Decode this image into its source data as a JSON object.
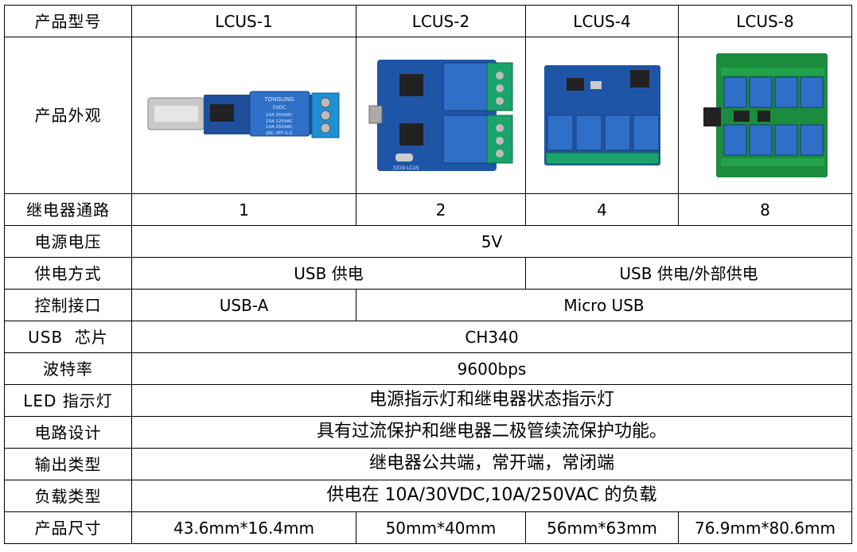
{
  "table": {
    "header": {
      "label": "产品型号",
      "models": [
        "LCUS-1",
        "LCUS-2",
        "LCUS-4",
        "LCUS-8"
      ]
    },
    "appearance_label": "产品外观",
    "photo_text": {
      "lcus1": {
        "brand": "TONGLING",
        "spec1": "5VDC",
        "spec2": "10A 250VAC",
        "spec3": "15A 125VAC",
        "spec4": "10A 250VAC",
        "part": "JQC-3FF-S-Z"
      },
      "lcus2": {
        "board": "3319-LCUS"
      }
    },
    "channels": {
      "label": "继电器通路",
      "values": [
        "1",
        "2",
        "4",
        "8"
      ]
    },
    "voltage": {
      "label": "电源电压",
      "value": "5V"
    },
    "supply": {
      "label": "供电方式",
      "usb_only": "USB 供电",
      "usb_ext": "USB 供电/外部供电"
    },
    "interface": {
      "label": "控制接口",
      "usb_a": "USB-A",
      "micro": "Micro USB"
    },
    "chip": {
      "label": "USB  芯片",
      "value": "CH340"
    },
    "baud": {
      "label": "波特率",
      "value": "9600bps"
    },
    "led": {
      "label": "LED 指示灯",
      "value": "电源指示灯和继电器状态指示灯"
    },
    "circuit": {
      "label": "电路设计",
      "value": "具有过流保护和继电器二极管续流保护功能。"
    },
    "output": {
      "label": "输出类型",
      "value": "继电器公共端，常开端，常闭端"
    },
    "load": {
      "label": "负载类型",
      "value": "供电在 10A/30VDC,10A/250VAC 的负载"
    },
    "size": {
      "label": "产品尺寸",
      "values": [
        "43.6mm*16.4mm",
        "50mm*40mm",
        "56mm*63mm",
        "76.9mm*80.6mm"
      ]
    }
  }
}
